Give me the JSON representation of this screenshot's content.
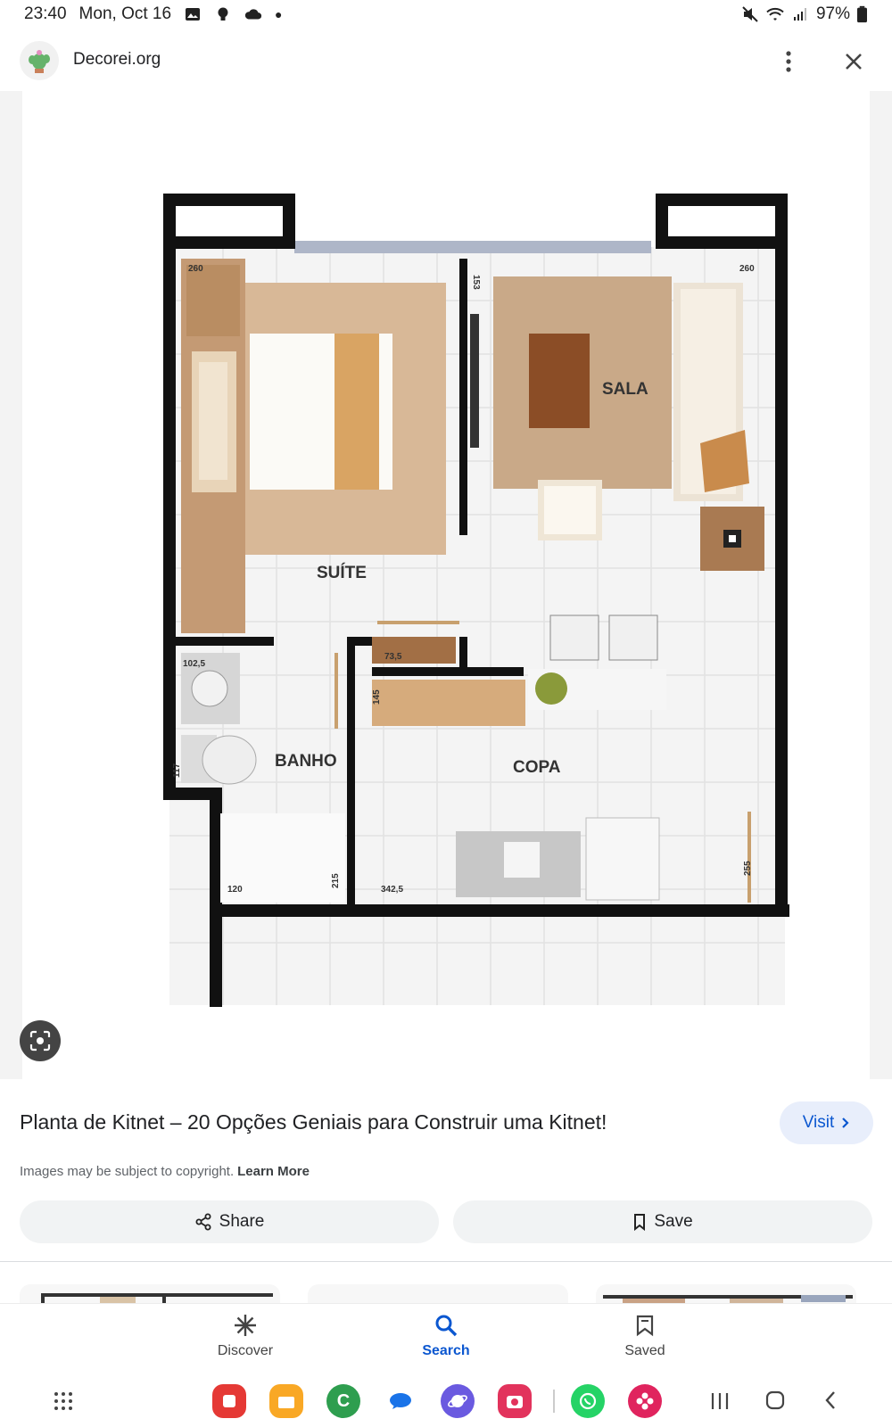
{
  "status_bar": {
    "time": "23:40",
    "date": "Mon, Oct 16",
    "battery": "97%"
  },
  "header": {
    "site_name": "Decorei.org"
  },
  "floorplan": {
    "rooms": [
      "SUÍTE",
      "SALA",
      "BANHO",
      "COPA"
    ],
    "dims": [
      "260",
      "260",
      "153",
      "102,5",
      "73,5",
      "120",
      "215",
      "342,5",
      "255",
      "145",
      "117"
    ]
  },
  "result": {
    "title": "Planta de Kitnet – 20 Opções Geniais para Construir uma Kitnet!",
    "visit_label": "Visit",
    "copyright_text": "Images may be subject to copyright.",
    "learn_more": "Learn More",
    "share_label": "Share",
    "save_label": "Save"
  },
  "bottom_nav": {
    "items": [
      {
        "label": "Discover"
      },
      {
        "label": "Search"
      },
      {
        "label": "Saved"
      }
    ]
  },
  "icons": [
    "image-icon",
    "bulb-icon",
    "cloud-icon",
    "mute-icon",
    "wifi-icon",
    "signal-icon",
    "battery-icon",
    "kebab-icon",
    "close-icon",
    "lens-icon",
    "share-icon",
    "bookmark-icon",
    "discover-icon",
    "search-icon",
    "saved-icon",
    "apps-grid-icon",
    "recents-icon",
    "home-icon",
    "back-icon"
  ],
  "colors": {
    "accent": "#0b57d0",
    "visit_bg": "#e8eefb",
    "button_bg": "#f1f3f4"
  }
}
